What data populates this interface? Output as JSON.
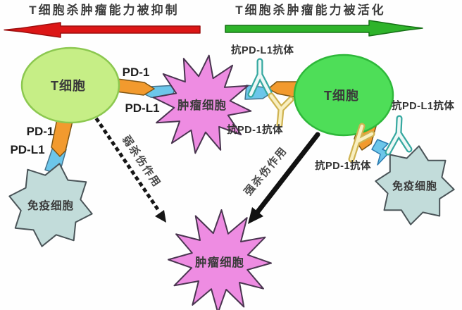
{
  "banner": {
    "left_title": "T细胞杀肿瘤能力被抑制",
    "right_title": "T细胞杀肿瘤能力被活化"
  },
  "cells": {
    "t_cell_left": {
      "label": "T细胞"
    },
    "t_cell_right": {
      "label": "T细胞"
    },
    "tumor_center": {
      "label": "肿瘤细胞"
    },
    "tumor_bottom": {
      "label": "肿瘤细胞"
    },
    "immune_left": {
      "label": "免疫细胞"
    },
    "immune_right": {
      "label": "免疫细胞"
    }
  },
  "receptor_labels": {
    "pd1_horizontal": "PD-1",
    "pdl1_horizontal": "PD-L1",
    "pd1_vertical": "PD-1",
    "pdl1_vertical": "PD-L1"
  },
  "antibody_labels": {
    "anti_pdl1_center": "抗PD-L1抗体",
    "anti_pd1_center": "抗PD-1抗体",
    "anti_pdl1_right": "抗PD-L1抗体",
    "anti_pd1_right": "抗PD-1抗体"
  },
  "effect_labels": {
    "weak_killing": "弱杀伤作用",
    "strong_killing": "强杀伤作用"
  },
  "colors": {
    "suppress_arrow": "#dc1616",
    "activate_arrow": "#2eb32a",
    "t_cell_left_fill": "#c6ee86",
    "t_cell_right_fill": "#4ede58",
    "tumor_fill": "#ee8ce2",
    "immune_fill": "#c2dcda",
    "pd1_connector": "#f29a2e",
    "pdl1_connector": "#6cc6ea",
    "anti_pd1_antibody": "#f8efc0",
    "anti_pdl1_antibody": "#eef8f6"
  }
}
